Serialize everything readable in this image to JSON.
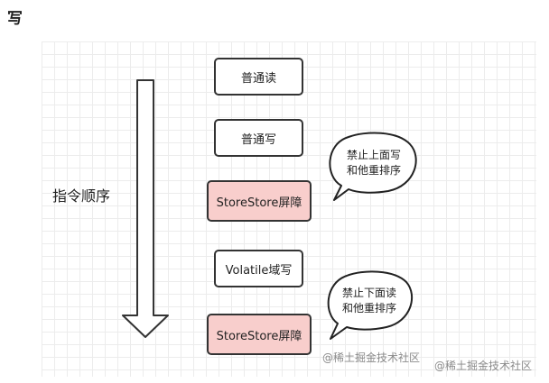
{
  "heading": "写",
  "side_label": "指令顺序",
  "boxes": [
    {
      "label": "普通读",
      "type": "normal"
    },
    {
      "label": "普通写",
      "type": "normal"
    },
    {
      "label": "StoreStore屏障",
      "type": "barrier"
    },
    {
      "label": "Volatile域写",
      "type": "normal"
    },
    {
      "label": "StoreStore屏障",
      "type": "barrier"
    }
  ],
  "bubbles": [
    {
      "line1": "禁止上面写",
      "line2": "和他重排序"
    },
    {
      "line1": "禁止下面读",
      "line2": "和他重排序"
    }
  ],
  "watermarks": [
    "@稀土掘金技术社区",
    "@稀土掘金技术社区"
  ],
  "colors": {
    "barrier_fill": "#f8cecc",
    "stroke": "#333333"
  }
}
